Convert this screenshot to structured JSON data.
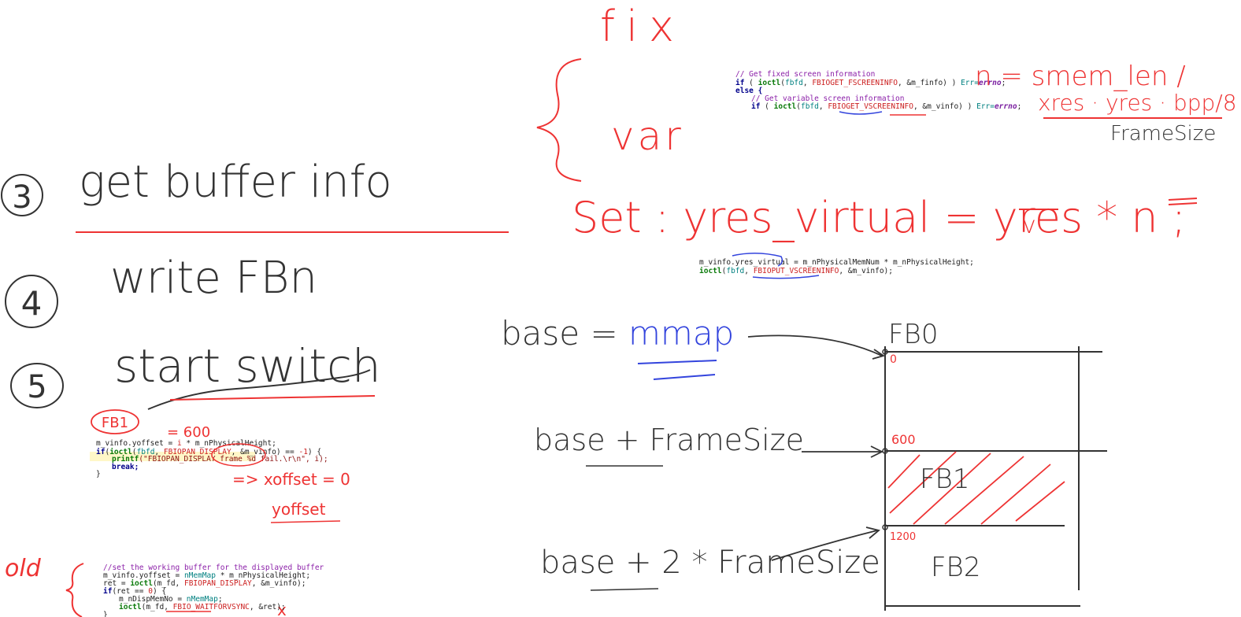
{
  "colors": {
    "black_ink": "#333333",
    "red_ink": "#ee3333",
    "blue_ink": "#3344dd"
  },
  "steps": [
    {
      "number": "3",
      "text": "get buffer info"
    },
    {
      "number": "4",
      "text": "write FBn"
    },
    {
      "number": "5",
      "text": "start switch"
    }
  ],
  "top_notes": {
    "fix": "fix",
    "var": "var",
    "n_eq": "n = smem_len /",
    "calc": "xres · yres · bpp/8",
    "framesize": "FrameSize",
    "set_a": "Set : yres_virtual = ",
    "set_b": "yres",
    "set_c": " * n ;",
    "set_d": "v"
  },
  "code_top": {
    "c1": "// Get fixed screen information",
    "l2a": "if",
    "l2b": " ( ",
    "l2c": "ioctl",
    "l2d": "(",
    "l2e": "fbfd",
    "l2f": ", ",
    "l2g": "FBIOGET_FSCREENINFO",
    "l2h": ", &m_finfo) ) ",
    "l2i": "Err=",
    "l2j": "errno",
    "l2k": ";",
    "l3": "else {",
    "c4": "// Get variable screen information",
    "l5a": "if",
    "l5b": " ( ",
    "l5c": "ioctl",
    "l5d": "(",
    "l5e": "fbfd",
    "l5f": ", ",
    "l5g": "FBIOGET_VSCREENINFO",
    "l5h": ", &m_vinfo) )  ",
    "l5i": "Err=",
    "l5j": "errno",
    "l5k": ";"
  },
  "code_mid": {
    "l1": "m_vinfo.yres_virtual = m_nPhysicalMemNum * m_nPhysicalHeight;",
    "l2a": "ioctl",
    "l2b": "(",
    "l2c": "fbfd",
    "l2d": ", ",
    "l2e": "FBIOPUT_VSCREENINFO",
    "l2f": ", &m_vinfo);"
  },
  "code_fb1": {
    "l1a": "m_vinfo.yoffset = ",
    "l1b": "i",
    "l1c": " * m_nPhysicalHeight;",
    "l2a": "if",
    "l2b": "(",
    "l2c": "ioctl",
    "l2d": "(",
    "l2e": "fbfd",
    "l2f": ", ",
    "l2g": "FBIOPAN_DISPLAY",
    "l2h": ", &m_vinfo) == ",
    "l2i": "-1",
    "l2j": ") {",
    "l3a": "printf",
    "l3b": "(\"FBIOPAN_DISPLAY frame %d fail.\\r\\n\", i);",
    "l4": "break;",
    "l5": "}"
  },
  "fb1_notes": {
    "label": "FB1",
    "val600": "= 600",
    "xoffset": "=> xoffset = 0",
    "yoffset": "yoffset"
  },
  "code_old": {
    "c1": "//set the working buffer for the displayed buffer",
    "l2a": "m_vinfo.yoffset = ",
    "l2b": "nMemMap",
    "l2c": " * m_nPhysicalHeight;",
    "l3a": "ret = ",
    "l3b": "ioctl",
    "l3c": "(m_fd, ",
    "l3d": "FBIOPAN_DISPLAY",
    "l3e": ", &m_vinfo);",
    "l4a": "if",
    "l4b": "(ret == ",
    "l4c": "0",
    "l4d": ") {",
    "l5a": "m_nDispMemNo = ",
    "l5b": "nMemMap",
    "l5c": ";",
    "l6a": "ioctl",
    "l6b": "(m_fd, ",
    "l6c": "FBIO_WAITFORVSYNC",
    "l6d": ", &ret);",
    "l7": "}"
  },
  "old_note": {
    "label": "old",
    "mark": "x"
  },
  "memory": {
    "base": "base = ",
    "mmap": "mmap",
    "base_fs": "base + FrameSize",
    "base_2fs": "base + 2 * FrameSize",
    "fb0": "FB0",
    "fb1": "FB1",
    "fb2": "FB2",
    "off0": "0",
    "off600": "600",
    "off1200": "1200"
  }
}
